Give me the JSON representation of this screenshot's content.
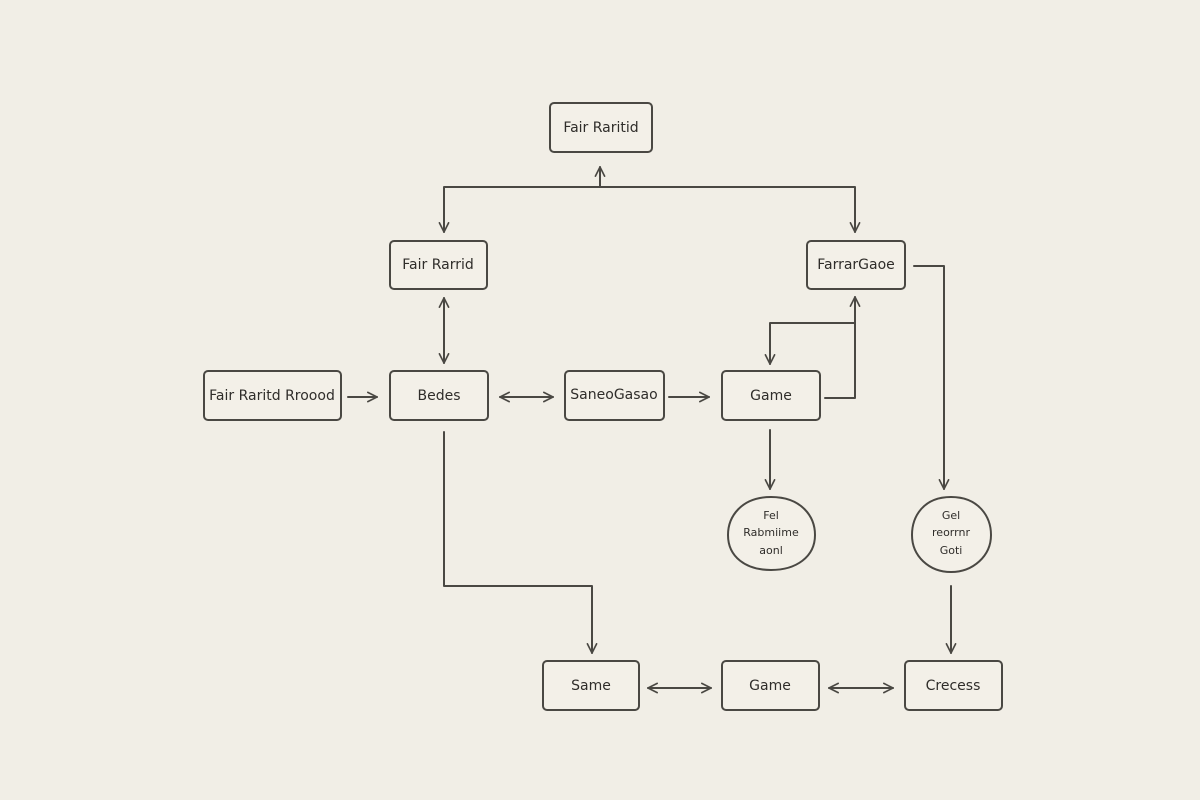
{
  "diagram": {
    "colors": {
      "background": "#f1eee6",
      "stroke": "#4a4843",
      "text": "#2f2d2a"
    },
    "nodes": {
      "top": "Fair Raritid",
      "left_mid": "Fair Rarrid",
      "right_mid": "FarrarGaoe",
      "start": "Fair Raritd Rroood",
      "bedes": "Bedes",
      "middle": "SaneoGasao",
      "game_mid": "Game",
      "blob_left": [
        "Fel",
        "Rabmiime",
        "aonl"
      ],
      "blob_right": [
        "Gel",
        "reorrnr",
        "Goti"
      ],
      "bottom_left": "Same",
      "bottom_mid": "Game",
      "bottom_right": "Crecess"
    }
  }
}
